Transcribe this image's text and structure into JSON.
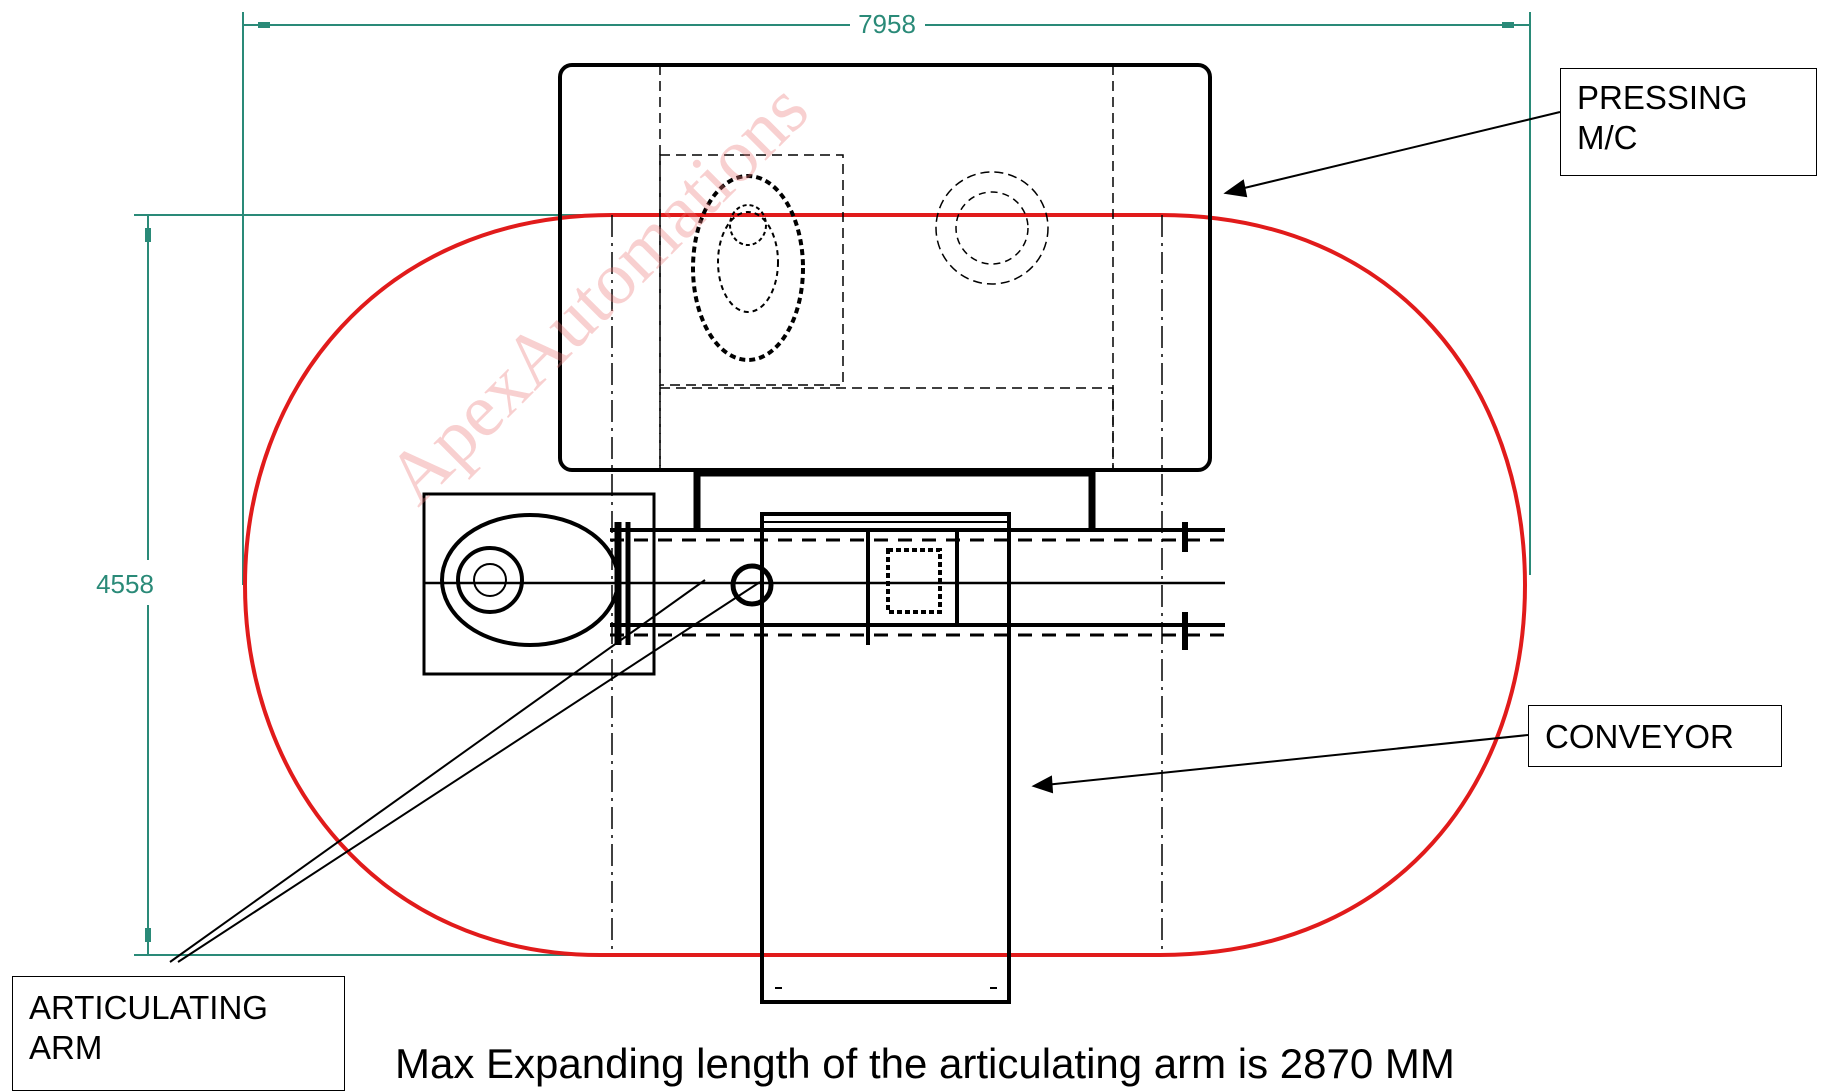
{
  "dimensions": {
    "width_label": "7958",
    "height_label": "4558"
  },
  "callouts": {
    "pressing": "PRESSING\nM/C",
    "conveyor": "CONVEYOR",
    "arm": "ARTICULATING\nARM"
  },
  "note": "Max Expanding length of the articulating arm is 2870 MM",
  "watermark": "ApexAutomations",
  "colors": {
    "envelope": "#e11b1b",
    "dimension": "#2a8a78",
    "drawing": "#000000",
    "watermark": "#eb7878"
  }
}
